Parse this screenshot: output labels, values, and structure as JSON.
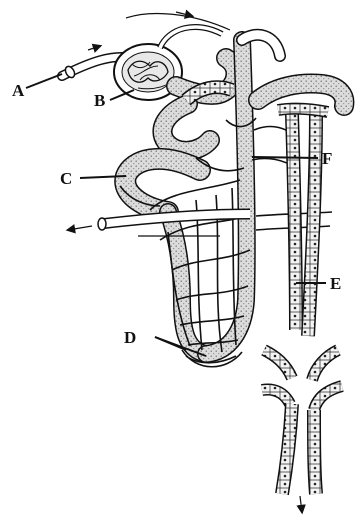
{
  "colors": {
    "line": "#111111",
    "tubule_fill": "#d9d9d9",
    "background": "#ffffff"
  },
  "labels": {
    "a": "A",
    "b": "B",
    "c": "C",
    "d": "D",
    "e": "E",
    "f": "F"
  }
}
